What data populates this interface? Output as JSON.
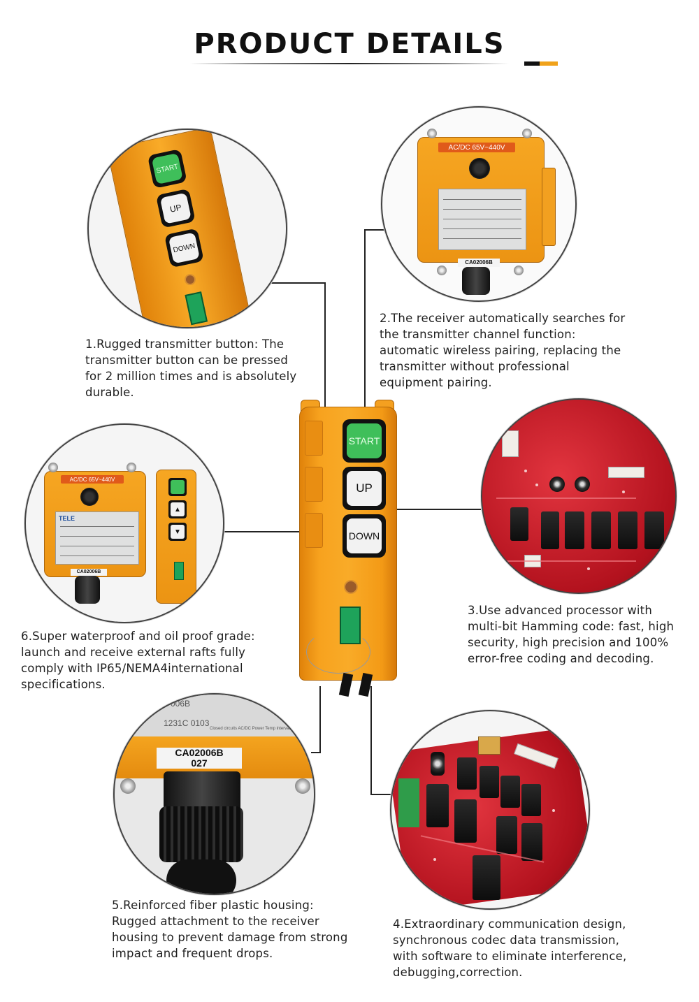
{
  "header": {
    "title": "PRODUCT DETAILS"
  },
  "transmitter": {
    "start_label": "START",
    "up_label": "UP",
    "down_label": "DOWN"
  },
  "receiver": {
    "voltage_label": "AC/DC 65V~440V",
    "tag_code": "CA02006B",
    "tag_channel": "027",
    "brand": "TELE"
  },
  "closeup": {
    "tag_code": "CA02006B",
    "tag_channel": "027",
    "label_text": "Closed circuits AC/DC Power Temp interval",
    "code_partial": "006B",
    "date_partial": "1231C 0103"
  },
  "features": [
    {
      "text": "1.Rugged transmitter button: The transmitter button can be pressed for 2 million times and is absolutely durable."
    },
    {
      "text": "2.The receiver automatically searches for the transmitter channel function: automatic wireless pairing, replacing the transmitter without professional equipment pairing."
    },
    {
      "text": "3.Use advanced processor with multi-bit Hamming code: fast, high security, high precision and 100% error-free coding and decoding."
    },
    {
      "text": "4.Extraordinary communication design, synchronous codec data transmission, with software to eliminate interference, debugging,correction."
    },
    {
      "text": "5.Reinforced fiber plastic housing: Rugged attachment to the receiver housing to prevent damage from strong impact and frequent drops."
    },
    {
      "text": "6.Super waterproof and oil proof grade: launch and receive external rafts fully comply with IP65/NEMA4international specifications."
    }
  ],
  "colors": {
    "housing_orange": "#f7a21e",
    "start_green": "#3fbf5a",
    "pcb_red": "#c81a26",
    "title_accent": "#f0a21a"
  }
}
